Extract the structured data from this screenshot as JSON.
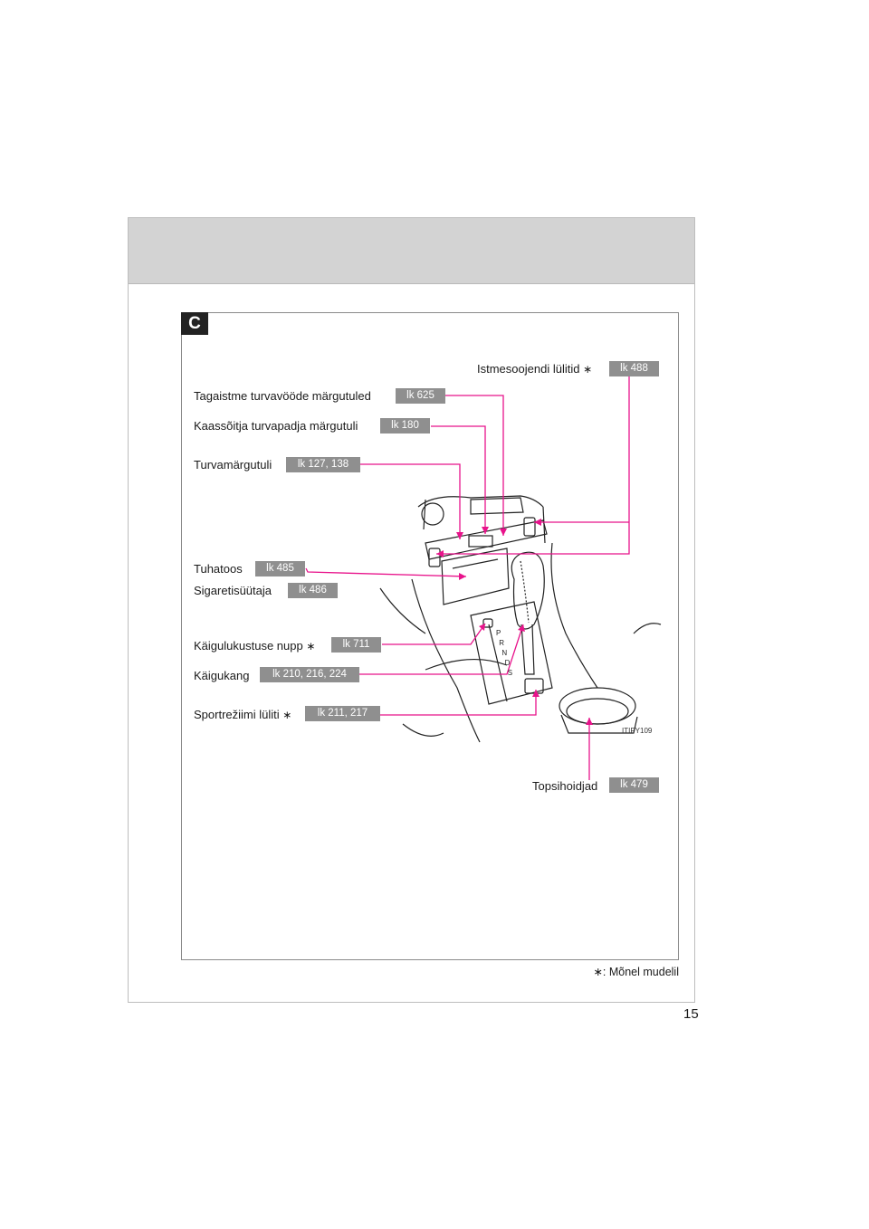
{
  "section": {
    "letter": "C"
  },
  "callouts": {
    "seat_heater": {
      "label": "Istmesoojendi lülitid",
      "star": "∗",
      "ref": "lk 488"
    },
    "rear_belt": {
      "label": "Tagaistme turvavööde märgutuled",
      "ref": "lk 625"
    },
    "passenger_airbag": {
      "label": "Kaassõitja turvapadja märgutuli",
      "ref": "lk 180"
    },
    "security": {
      "label": "Turvamärgutuli",
      "ref": "lk 127, 138"
    },
    "ashtray": {
      "label": "Tuhatoos",
      "ref": "lk 485"
    },
    "lighter": {
      "label": "Sigaretisüütaja",
      "ref": "lk 486"
    },
    "shift_lock": {
      "label": "Käigulukustuse nupp",
      "star": "∗",
      "ref": "lk 711"
    },
    "shift_lever": {
      "label": "Käigukang",
      "ref": "lk 210, 216, 224"
    },
    "sport_mode": {
      "label": "Sportrežiimi lüliti",
      "star": "∗",
      "ref": "lk 211, 217"
    },
    "cup_holders": {
      "label": "Topsihoidjad",
      "ref": "lk 479"
    }
  },
  "illustration": {
    "code": "ITIPY109",
    "gear_positions": [
      "P",
      "R",
      "N",
      "D",
      "S"
    ]
  },
  "footnote": {
    "star": "∗",
    "text": ": Mõnel mudelil"
  },
  "page_number": "15",
  "colors": {
    "callout_line": "#e8138b",
    "ref_badge": "#8f8f8f",
    "header_band": "#d3d3d3"
  }
}
